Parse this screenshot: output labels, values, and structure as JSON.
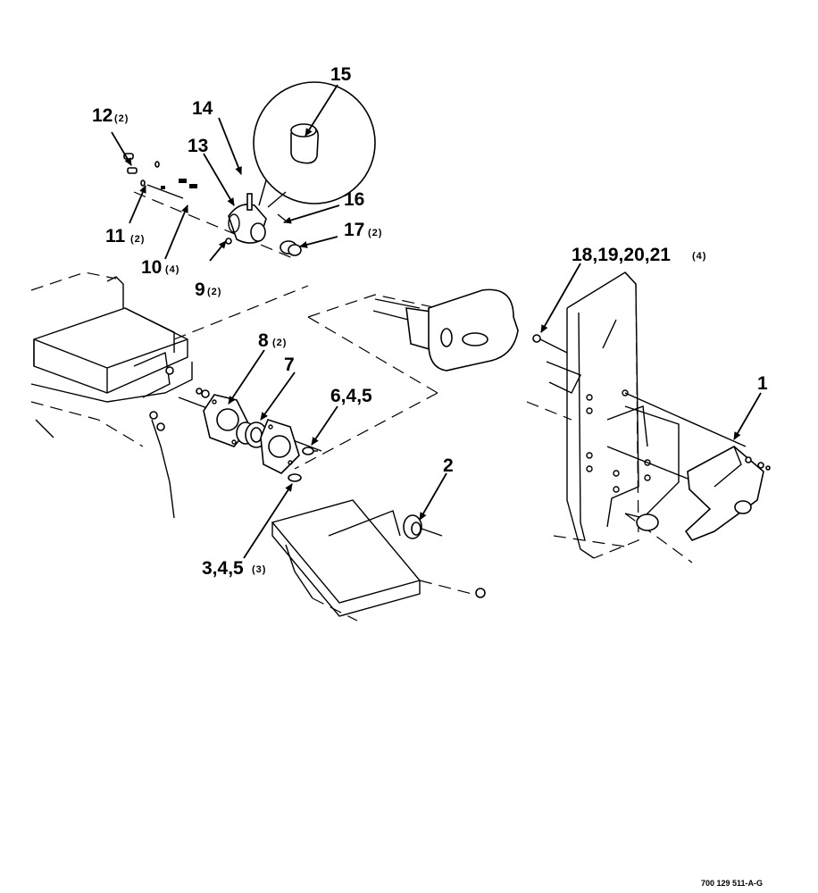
{
  "callouts": {
    "c1": {
      "num": "1",
      "qty": ""
    },
    "c2": {
      "num": "2",
      "qty": ""
    },
    "c3": {
      "num": "3,4,5",
      "qty": "(3)"
    },
    "c6": {
      "num": "6,4,5",
      "qty": ""
    },
    "c7": {
      "num": "7",
      "qty": ""
    },
    "c8": {
      "num": "8",
      "qty": "(2)"
    },
    "c9": {
      "num": "9",
      "qty": "(2)"
    },
    "c10": {
      "num": "10",
      "qty": "(4)"
    },
    "c11": {
      "num": "11",
      "qty": "(2)"
    },
    "c12": {
      "num": "12",
      "qty": "(2)"
    },
    "c13": {
      "num": "13",
      "qty": ""
    },
    "c14": {
      "num": "14",
      "qty": ""
    },
    "c15": {
      "num": "15",
      "qty": ""
    },
    "c16": {
      "num": "16",
      "qty": ""
    },
    "c17": {
      "num": "17",
      "qty": "(2)"
    },
    "c18": {
      "num": "18,19,20,21",
      "qty": "(4)"
    }
  },
  "figure_ref": "700 129 511-A-G"
}
